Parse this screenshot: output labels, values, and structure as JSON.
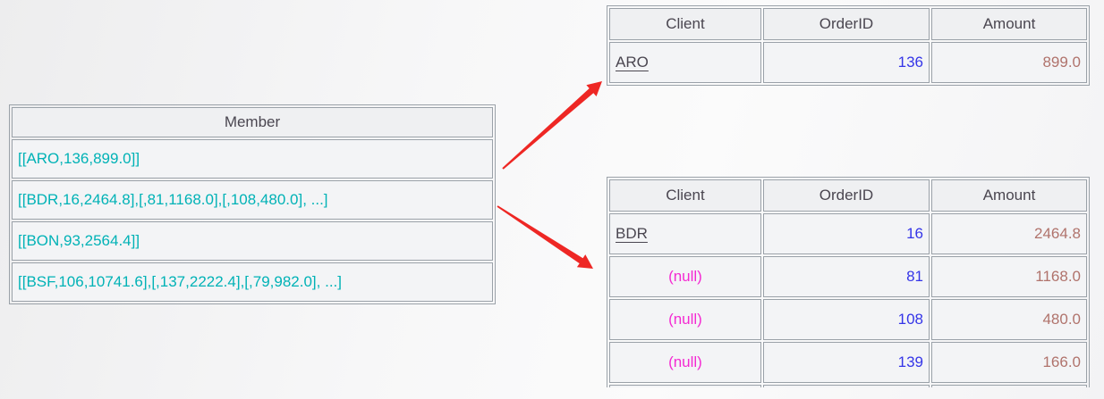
{
  "colors": {
    "teal": "#00b2b6",
    "header_text": "#4a4650",
    "order_blue": "#3535e8",
    "amount_rose": "#b0736c",
    "null_magenta": "#f42ad2",
    "arrow_red": "#ee2724",
    "border": "#9aa1a8"
  },
  "member_table": {
    "header": "Member",
    "rows": [
      "[[ARO,136,899.0]]",
      "[[BDR,16,2464.8],[,81,1168.0],[,108,480.0], ...]",
      "[[BON,93,2564.4]]",
      "[[BSF,106,10741.6],[,137,2222.4],[,79,982.0], ...]"
    ]
  },
  "orders_top": {
    "headers": [
      "Client",
      "OrderID",
      "Amount"
    ],
    "rows": [
      {
        "client": "ARO",
        "order_id": "136",
        "amount": "899.0"
      }
    ]
  },
  "orders_bottom": {
    "headers": [
      "Client",
      "OrderID",
      "Amount"
    ],
    "rows": [
      {
        "client": "BDR",
        "order_id": "16",
        "amount": "2464.8"
      },
      {
        "client": "(null)",
        "order_id": "81",
        "amount": "1168.0"
      },
      {
        "client": "(null)",
        "order_id": "108",
        "amount": "480.0"
      },
      {
        "client": "(null)",
        "order_id": "139",
        "amount": "166.0"
      }
    ]
  }
}
